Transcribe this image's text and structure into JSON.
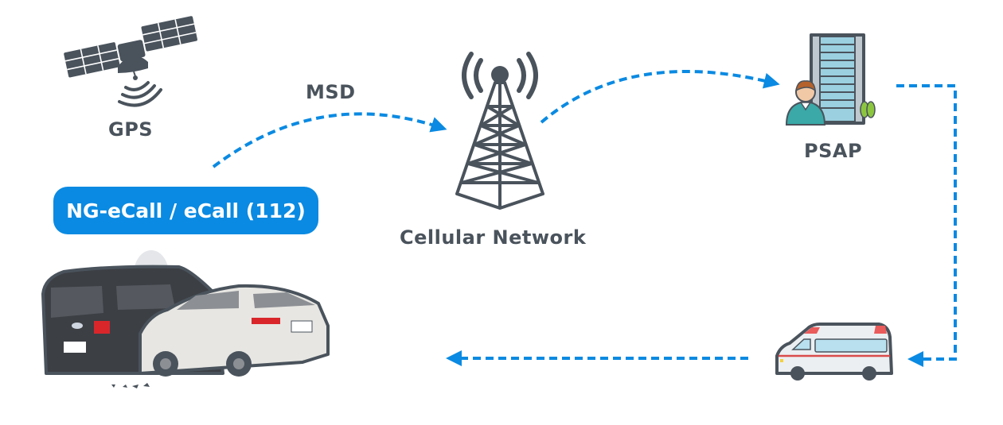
{
  "diagram": {
    "title": "NG-eCall / eCall emergency call flow",
    "nodes": {
      "gps": {
        "label": "GPS",
        "icon": "satellite-icon"
      },
      "vehicle": {
        "label": "NG-eCall / eCall (112)",
        "icon": "car-crash-icon"
      },
      "network": {
        "label": "Cellular Network",
        "icon": "cell-tower-icon"
      },
      "psap": {
        "label": "PSAP",
        "icon": "psap-building-operator-icon"
      },
      "ambulance": {
        "label": "",
        "icon": "ambulance-icon"
      }
    },
    "edges": [
      {
        "from": "vehicle",
        "to": "network",
        "label": "MSD",
        "style": "dashed"
      },
      {
        "from": "network",
        "to": "psap",
        "label": "",
        "style": "dashed"
      },
      {
        "from": "psap",
        "to": "ambulance",
        "label": "",
        "style": "dashed"
      },
      {
        "from": "ambulance",
        "to": "vehicle",
        "label": "",
        "style": "dashed"
      }
    ],
    "colors": {
      "accent": "#0a8ae2",
      "icon": "#4a535c",
      "text": "#4a535c"
    }
  }
}
